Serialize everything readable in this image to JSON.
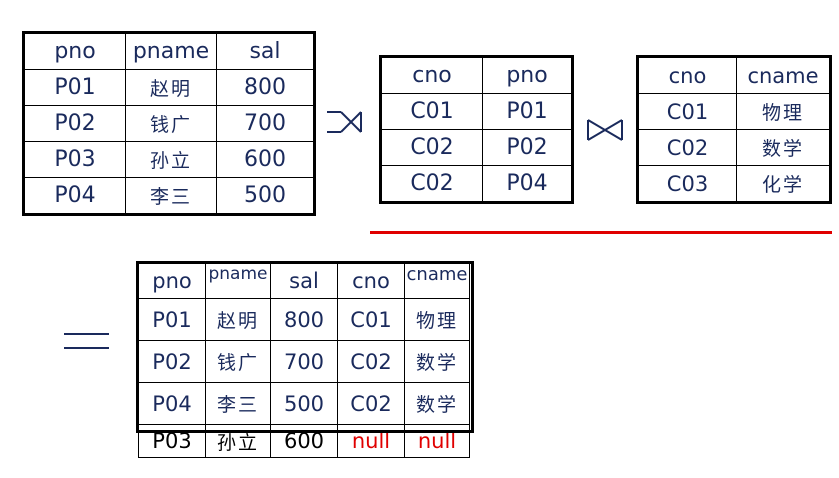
{
  "table1": {
    "headers": [
      "pno",
      "pname",
      "sal"
    ],
    "rows": [
      [
        "P01",
        "赵明",
        "800"
      ],
      [
        "P02",
        "钱广",
        "700"
      ],
      [
        "P03",
        "孙立",
        "600"
      ],
      [
        "P04",
        "李三",
        "500"
      ]
    ]
  },
  "table2": {
    "headers": [
      "cno",
      "pno"
    ],
    "rows": [
      [
        "C01",
        "P01"
      ],
      [
        "C02",
        "P02"
      ],
      [
        "C02",
        "P04"
      ]
    ]
  },
  "table3": {
    "headers": [
      "cno",
      "cname"
    ],
    "rows": [
      [
        "C01",
        "物理"
      ],
      [
        "C02",
        "数学"
      ],
      [
        "C03",
        "化学"
      ]
    ]
  },
  "result": {
    "headers": [
      "pno",
      "pname",
      "sal",
      "cno",
      "cname"
    ],
    "rows": [
      [
        "P01",
        "赵明",
        "800",
        "C01",
        "物理"
      ],
      [
        "P02",
        "钱广",
        "700",
        "C02",
        "数学"
      ],
      [
        "P04",
        "李三",
        "500",
        "C02",
        "数学"
      ]
    ],
    "extra_row": [
      "P03",
      "孙立",
      "600",
      "null",
      "null"
    ]
  },
  "colors": {
    "text": "#1a2a5c",
    "border": "#000000",
    "highlight": "#e00000"
  },
  "symbols": [
    "left-outer-join-icon",
    "natural-join-icon",
    "equals-sign"
  ]
}
